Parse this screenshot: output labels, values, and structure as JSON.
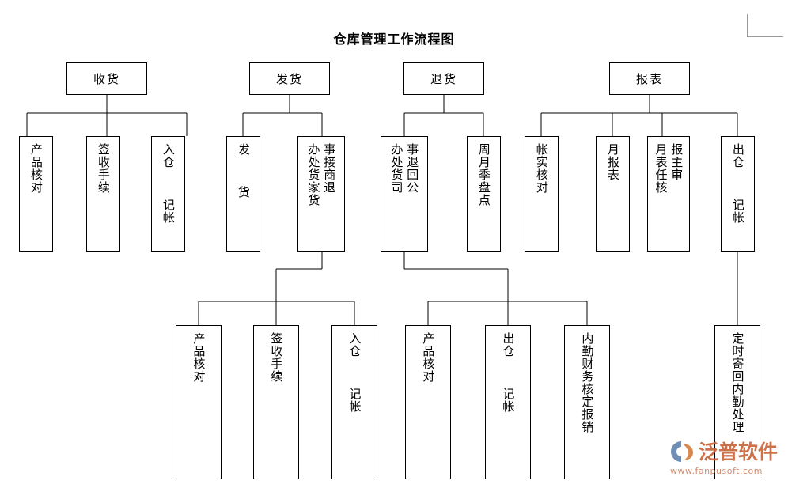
{
  "document": {
    "title": "仓库管理工作流程图",
    "corner_mark": "page-margin-corner"
  },
  "watermark": {
    "brand": "泛普软件",
    "url": "www.fanpusoft.com",
    "logo_icon": "fanpu-leaf-logo-icon",
    "color": "#c8673c"
  },
  "chart_data": {
    "type": "diagram",
    "title": "仓库管理工作流程图",
    "layout": "top-down-tree",
    "roots": [
      "收货",
      "发货",
      "退货",
      "报表"
    ]
  },
  "nodes": {
    "root_receive": {
      "text": "收货",
      "orientation": "horizontal"
    },
    "root_ship": {
      "text": "发货",
      "orientation": "horizontal"
    },
    "root_return": {
      "text": "退货",
      "orientation": "horizontal"
    },
    "root_report": {
      "text": "报表",
      "orientation": "horizontal"
    },
    "recv_check": {
      "cols": [
        "产品核对"
      ],
      "orientation": "vertical"
    },
    "recv_sign": {
      "cols": [
        "签收手续"
      ],
      "orientation": "vertical"
    },
    "recv_store": {
      "cols": [
        "入仓  记帐"
      ],
      "orientation": "vertical"
    },
    "ship_out": {
      "cols": [
        "发  货"
      ],
      "orientation": "vertical"
    },
    "ship_merchant": {
      "cols": [
        "事接商退",
        "办处货家货"
      ],
      "orientation": "vertical",
      "reading": "接商家退货事办处货"
    },
    "ret_company": {
      "cols": [
        "事退回公",
        "办处货司"
      ],
      "orientation": "vertical",
      "reading": "退回公司事办处货"
    },
    "ret_count": {
      "cols": [
        "周月季盘点"
      ],
      "orientation": "vertical"
    },
    "rep_audit": {
      "cols": [
        "帐实核对"
      ],
      "orientation": "vertical"
    },
    "rep_monthly": {
      "cols": [
        "月报表"
      ],
      "orientation": "vertical"
    },
    "rep_approve": {
      "cols": [
        "报主审",
        "月表任核"
      ],
      "orientation": "vertical",
      "reading": "月报表主任审核"
    },
    "rep_outbound": {
      "cols": [
        "出仓  记帐"
      ],
      "orientation": "vertical"
    },
    "ship2_check": {
      "cols": [
        "产品核对"
      ],
      "orientation": "vertical"
    },
    "ship2_sign": {
      "cols": [
        "签收手续"
      ],
      "orientation": "vertical"
    },
    "ship2_store": {
      "cols": [
        "入仓  记帐"
      ],
      "orientation": "vertical"
    },
    "ret2_check": {
      "cols": [
        "产品核对"
      ],
      "orientation": "vertical"
    },
    "ret2_out": {
      "cols": [
        "出仓  记帐"
      ],
      "orientation": "vertical"
    },
    "ret2_finance": {
      "cols": [
        "内勤财务核定报销"
      ],
      "orientation": "vertical"
    },
    "rep_mail": {
      "cols": [
        "定时寄回内勤处理"
      ],
      "orientation": "vertical"
    }
  }
}
